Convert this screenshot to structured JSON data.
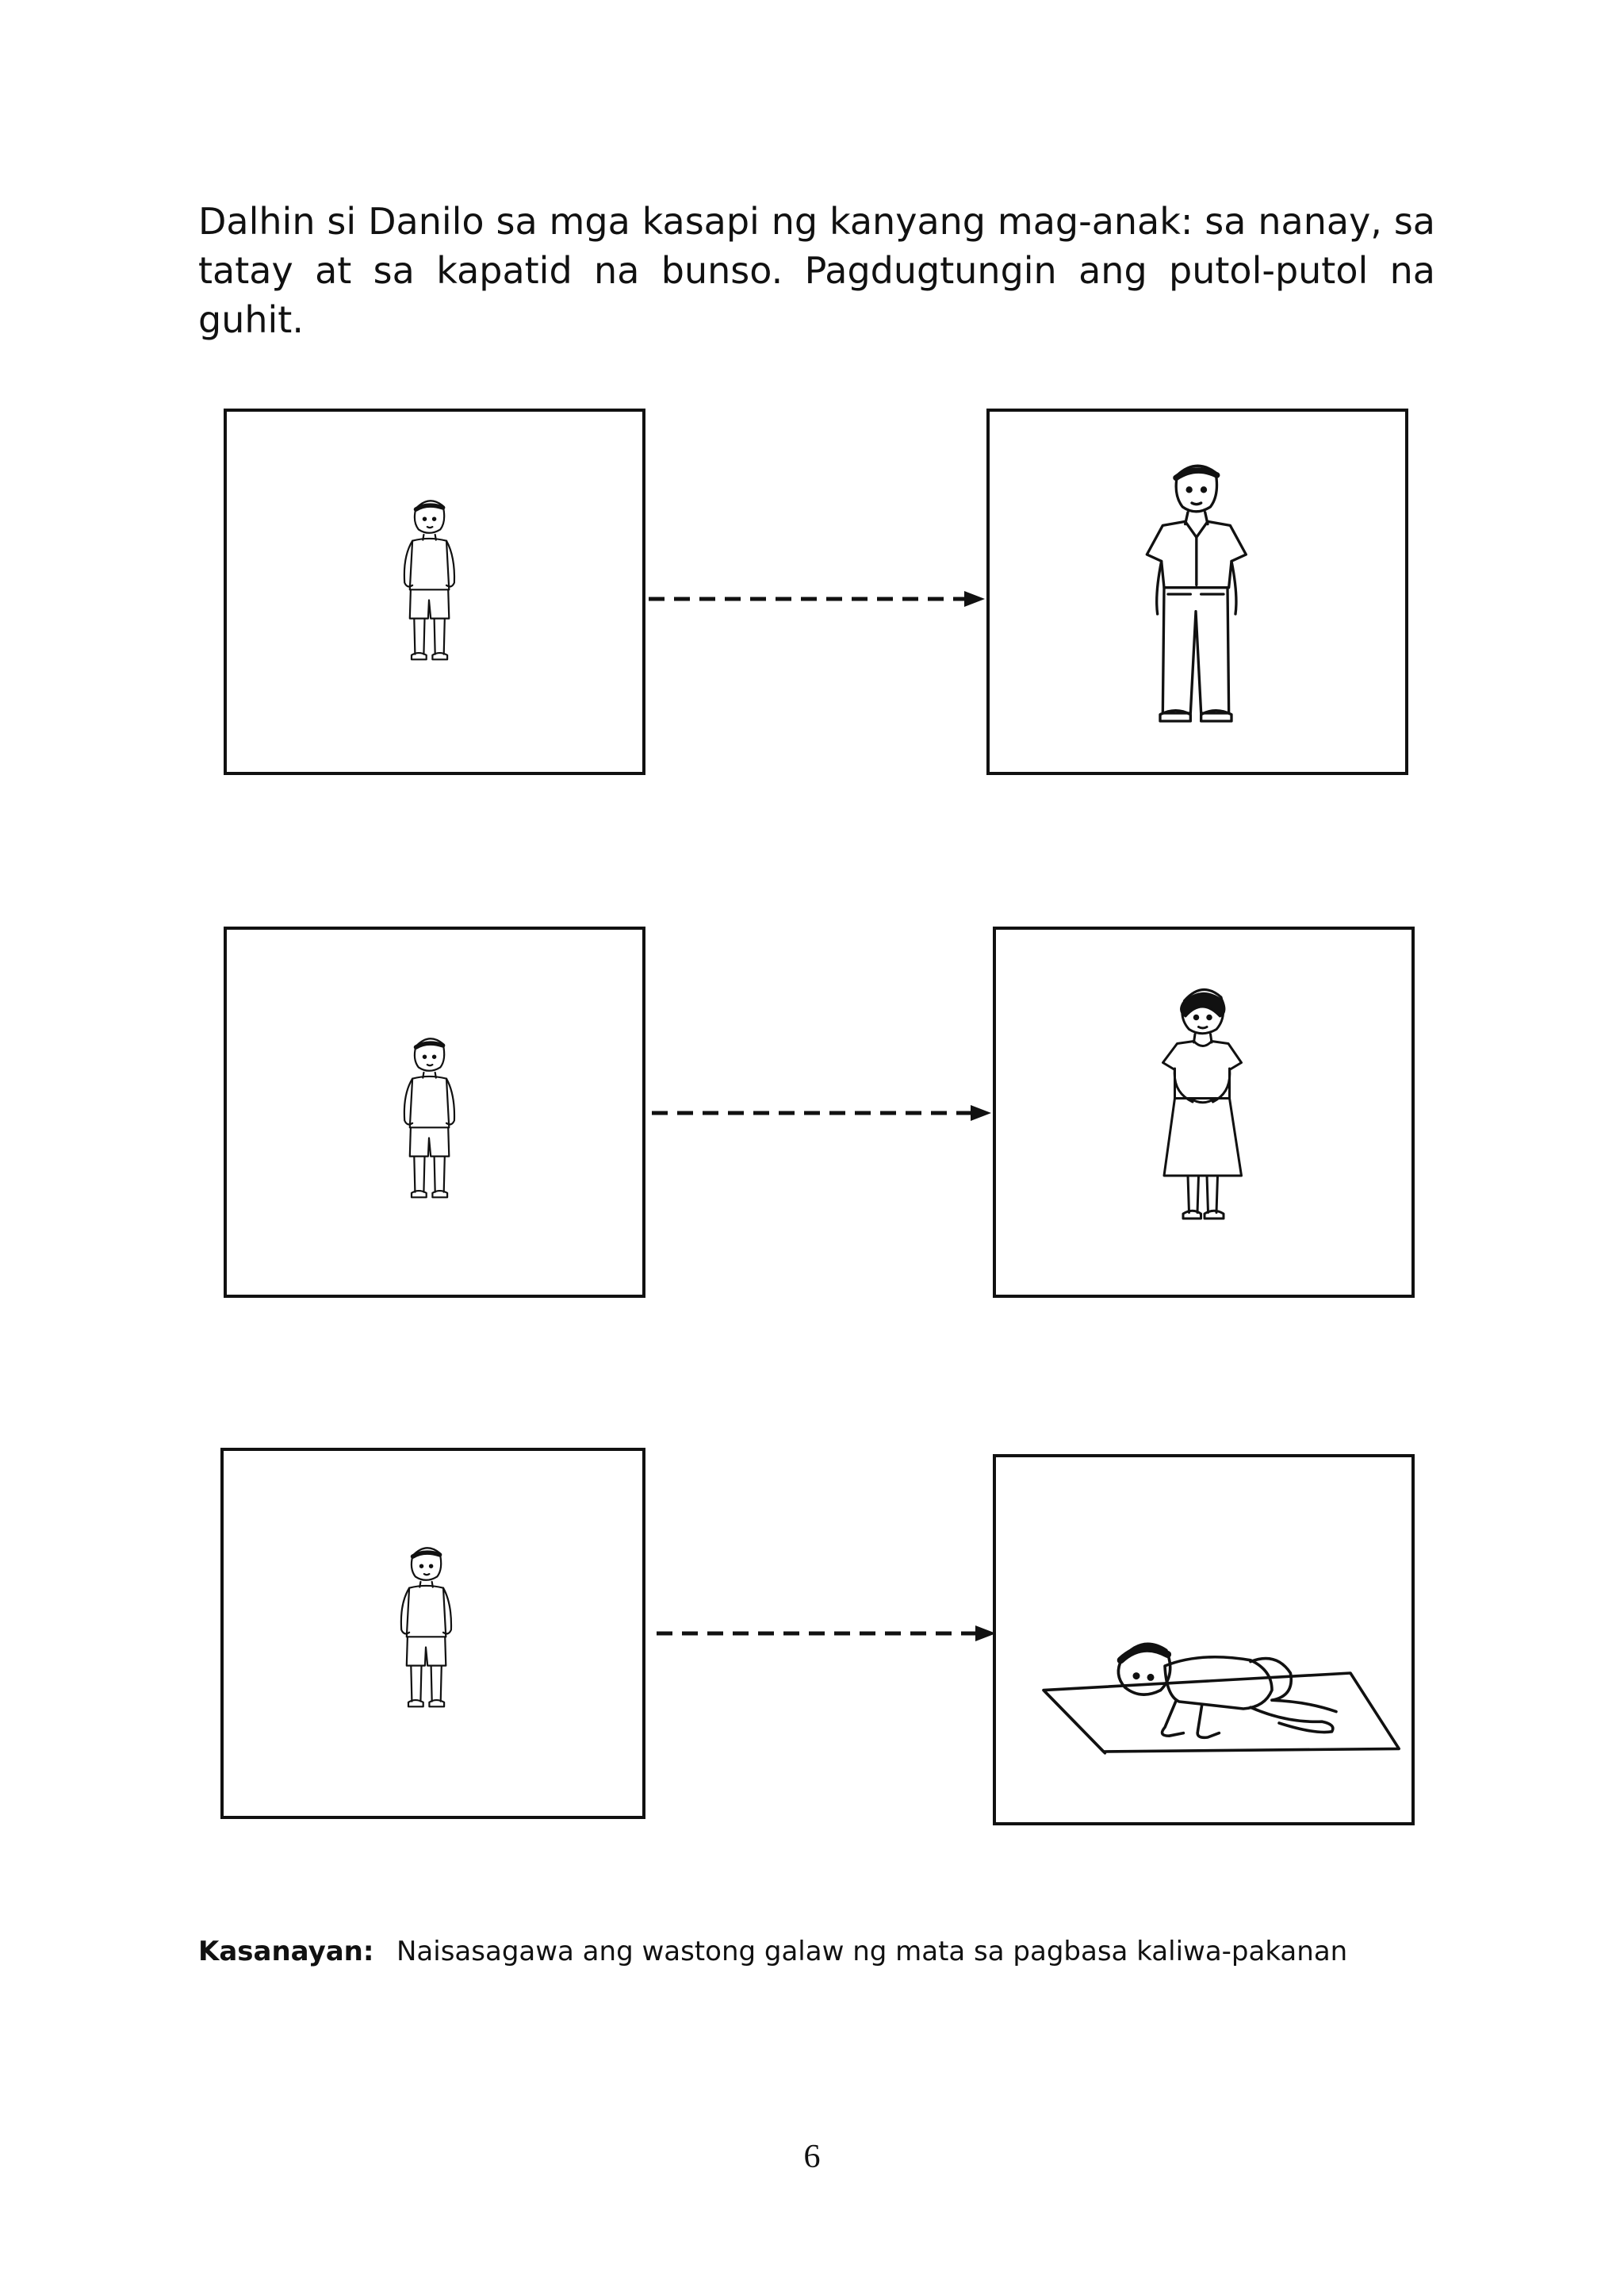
{
  "instructions": "Dalhin si Danilo sa mga kasapi ng kanyang mag-anak: sa nanay, sa tatay at sa kapatid na bunso.  Pagdugtungin ang putol-putol na guhit.",
  "rows": [
    {
      "left_figure": "boy-danilo-icon",
      "right_figure": "father-icon"
    },
    {
      "left_figure": "boy-danilo-icon",
      "right_figure": "mother-icon"
    },
    {
      "left_figure": "boy-danilo-icon",
      "right_figure": "crawling-baby-icon"
    }
  ],
  "footnote": {
    "label": "Kasanayan:",
    "text": "Naisasagawa ang wastong galaw ng mata sa pagbasa kaliwa-pakanan"
  },
  "page_number": "6"
}
